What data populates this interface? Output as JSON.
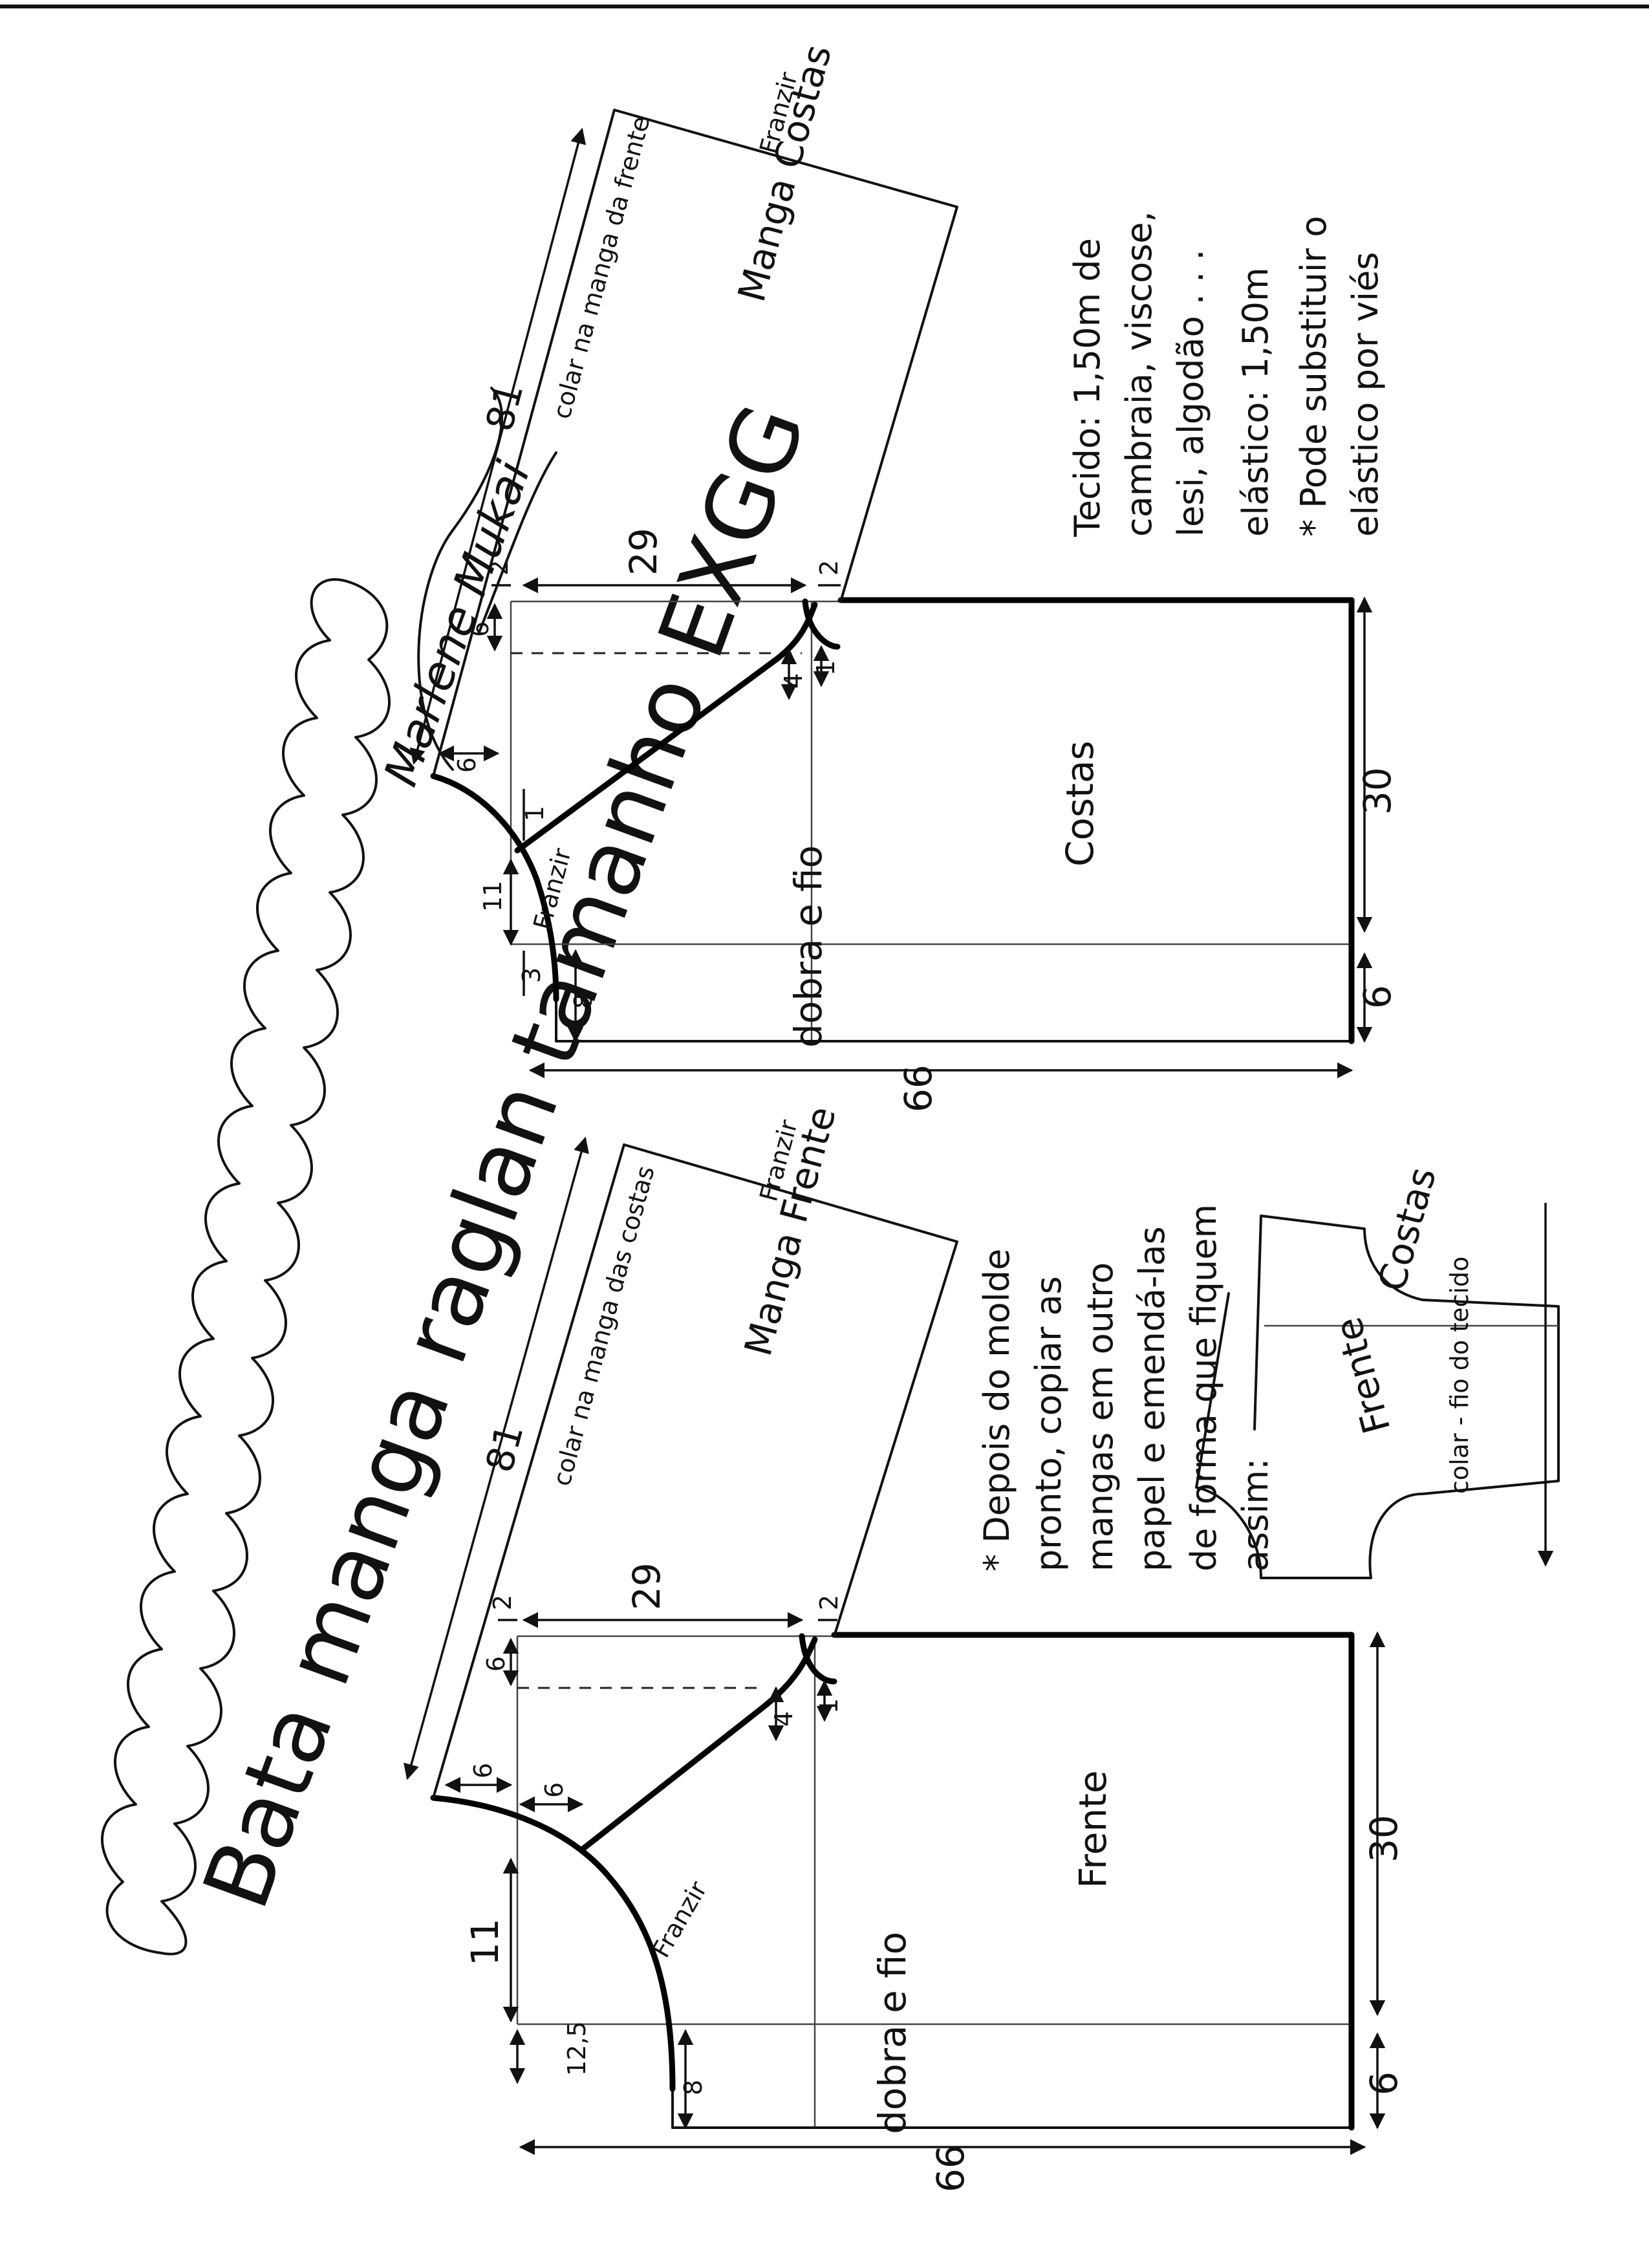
{
  "title": "Bata manga raglan tamanho EXGG",
  "signature": "Marlene Mukai",
  "back_piece": {
    "body_label": "Costas",
    "sleeve_label": "Manga Costas",
    "sleeve_note": "colar na manga da frente",
    "gather_label_top": "Franzir",
    "gather_label_neck": "Franzir",
    "fold_label": "dobra e fio",
    "dims": {
      "total_width": "66",
      "body_height": "30",
      "hem_extra": "6",
      "sleeve_length": "81",
      "raglan_width": "29",
      "top_gap_2a": "2",
      "top_gap_2b": "2",
      "v6": "6",
      "v4": "4",
      "v1": "1",
      "neck_6": "6",
      "neck_1": "1",
      "neck_11": "11",
      "neck_3": "3",
      "neck_8": "8"
    }
  },
  "front_piece": {
    "body_label": "Frente",
    "sleeve_label": "Manga Frente",
    "sleeve_note": "colar na manga das costas",
    "gather_label_top": "Franzir",
    "gather_label_neck": "Franzir",
    "fold_label": "dobra e fio",
    "dims": {
      "total_width": "66",
      "body_height": "30",
      "hem_extra": "6",
      "sleeve_length": "81",
      "raglan_width": "29",
      "top_gap_2a": "2",
      "top_gap_2b": "2",
      "v6": "6",
      "v4": "4",
      "v1": "1",
      "neck_6": "6",
      "neck_6b": "6",
      "neck_11": "11",
      "neck_125": "12,5",
      "neck_8": "8"
    }
  },
  "materials": {
    "line1": "Tecido: 1,50m de",
    "line2": "cambraia, viscose,",
    "line3": "lesi, algodão . . .",
    "line4": "elástico: 1,50m",
    "line5": "* Pode substituir o",
    "line6": "elástico por viés"
  },
  "instructions": {
    "line1": "* Depois do molde",
    "line2": "pronto, copiar as",
    "line3": "mangas em outro",
    "line4": "papel e emendá-las",
    "line5": "de forma que fiquem",
    "line6": "assim:"
  },
  "joined_sleeves": {
    "label_back": "Costas",
    "label_front": "Frente",
    "seam_label": "colar - fio do tecido"
  }
}
